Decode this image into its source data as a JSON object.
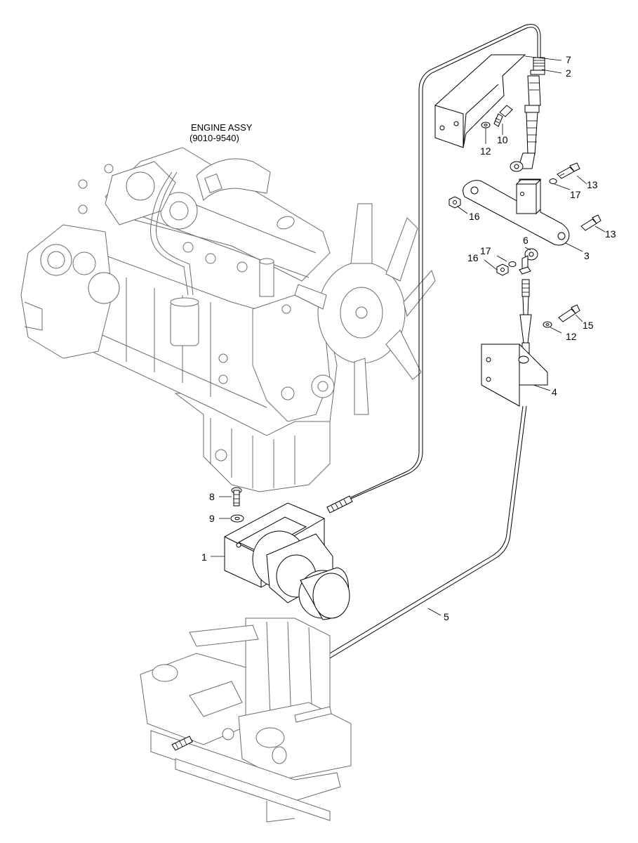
{
  "diagram": {
    "title_line1": "ENGINE ASSY",
    "title_line2": "(9010-9540)",
    "parts": [
      {
        "id": "p1",
        "label": "1"
      },
      {
        "id": "p2",
        "label": "2"
      },
      {
        "id": "p3",
        "label": "3"
      },
      {
        "id": "p4",
        "label": "4"
      },
      {
        "id": "p5",
        "label": "5"
      },
      {
        "id": "p6",
        "label": "6"
      },
      {
        "id": "p7",
        "label": "7"
      },
      {
        "id": "p8",
        "label": "8"
      },
      {
        "id": "p9",
        "label": "9"
      },
      {
        "id": "p10",
        "label": "10"
      },
      {
        "id": "p12a",
        "label": "12"
      },
      {
        "id": "p12b",
        "label": "12"
      },
      {
        "id": "p13a",
        "label": "13"
      },
      {
        "id": "p13b",
        "label": "13"
      },
      {
        "id": "p15",
        "label": "15"
      },
      {
        "id": "p16a",
        "label": "16"
      },
      {
        "id": "p16b",
        "label": "16"
      },
      {
        "id": "p17a",
        "label": "17"
      },
      {
        "id": "p17b",
        "label": "17"
      }
    ]
  }
}
